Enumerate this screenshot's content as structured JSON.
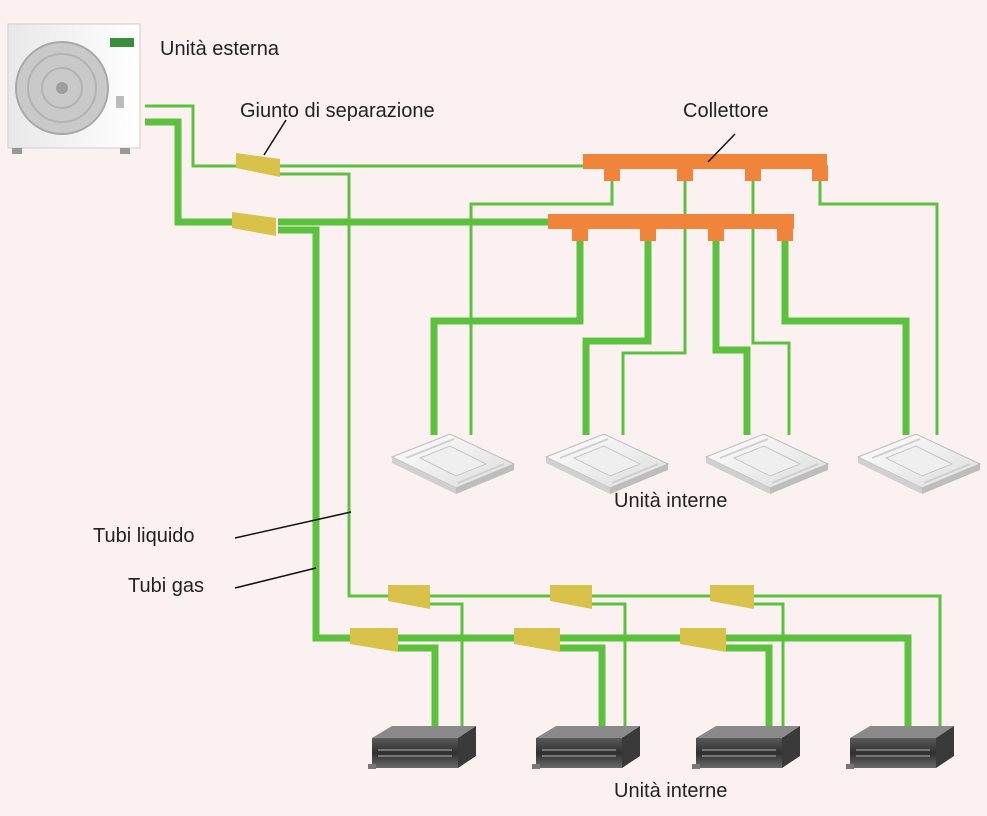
{
  "labels": {
    "outdoor_unit": "Unità esterna",
    "separation_joint": "Giunto di separazione",
    "header": "Collettore",
    "indoor_units_top": "Unità interne",
    "liquid_pipes": "Tubi liquido",
    "gas_pipes": "Tubi gas",
    "indoor_units_bottom": "Unità interne"
  },
  "colors": {
    "background": "#fbf1f1",
    "pipe": "#5cc23e",
    "header": "#f0843a",
    "joint": "#d8c24a"
  },
  "icons": {
    "outdoor_unit": "outdoor-condenser-unit-icon",
    "cassette_unit": "ceiling-cassette-unit-icon",
    "duct_unit": "ducted-indoor-unit-icon"
  }
}
